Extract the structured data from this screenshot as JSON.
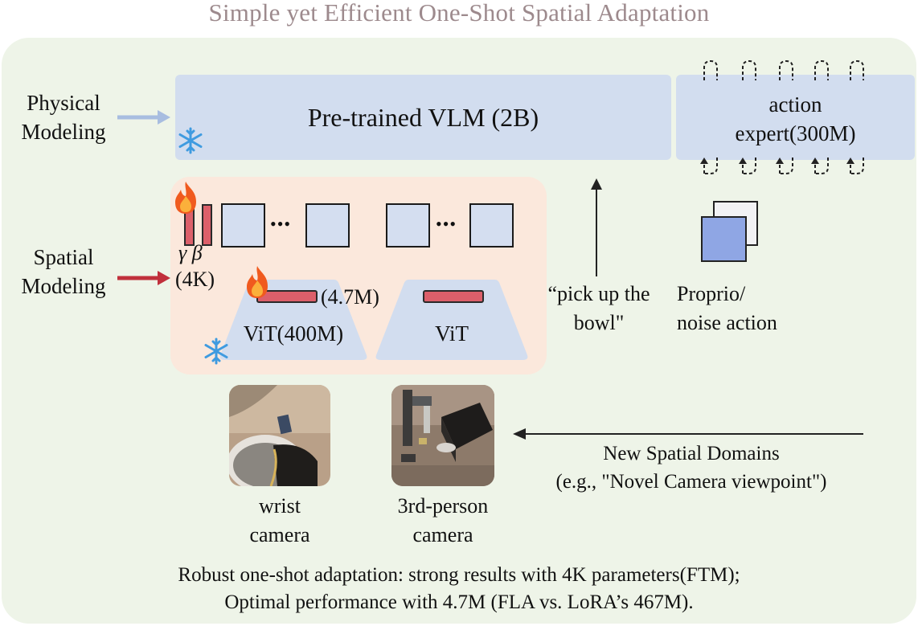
{
  "title": "Simple yet Efficient One-Shot Spatial Adaptation",
  "physical_modeling_label": "Physical\nModeling",
  "spatial_modeling_label": "Spatial\nModeling",
  "vlm_label": "Pre-trained VLM (2B)",
  "action_expert_label": "action\nexpert(300M)",
  "gamma_beta": "γ β",
  "ftm_params": "(4K)",
  "fla_params": "(4.7M)",
  "vit_frozen_label": "ViT(400M)",
  "vit_label": "ViT",
  "token_ellipsis": "•••",
  "instruction": "“pick up the\nbowl\"",
  "proprio_label": "Proprio/\nnoise action",
  "new_domains_line1": "New Spatial Domains",
  "new_domains_line2": "(e.g., \"Novel Camera viewpoint\")",
  "wrist_camera_label": "wrist\ncamera",
  "third_person_label": "3rd-person\ncamera",
  "footer_line1": "Robust one-shot adaptation: strong results with 4K parameters(FTM);",
  "footer_line2": "Optimal performance with 4.7M (FLA vs. LoRA’s 467M).",
  "icons": {
    "frozen": "snowflake-icon",
    "trainable": "flame-icon"
  },
  "colors": {
    "panel_bg": "#eef4e8",
    "module_blue": "#d2ddef",
    "spatial_box": "#fbe8dc",
    "trainable_red": "#dc5f6a",
    "physical_arrow": "#a8bde0",
    "spatial_arrow": "#c0303c",
    "title": "#9d8a8d"
  }
}
